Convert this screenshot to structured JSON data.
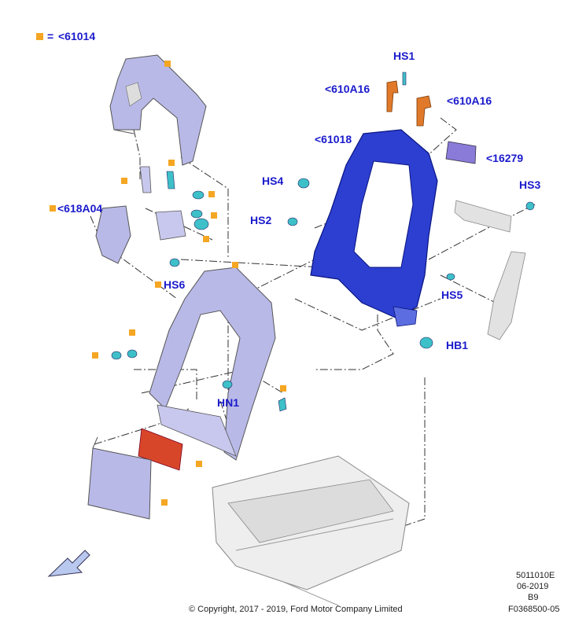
{
  "legend": {
    "equals": "=",
    "part": "<61014"
  },
  "callouts": {
    "hs1": "HS1",
    "a610_left": "<610A16",
    "a610_right": "<610A16",
    "p61018": "<61018",
    "p16279": "<16279",
    "hs4": "HS4",
    "hs3": "HS3",
    "hs2": "HS2",
    "p618a04": "<618A04",
    "hs6": "HS6",
    "hs5": "HS5",
    "hb1": "HB1",
    "hn1": "HN1"
  },
  "footer": {
    "code": "5011010E",
    "date": "06-2019",
    "rev": "B9",
    "copyright": "© Copyright, 2017 - 2019, Ford Motor Company Limited",
    "figure": "F0368500-05"
  },
  "colors": {
    "callout": "#1a1acc",
    "marker": "#f5a623",
    "frame": "#2c3fd1",
    "lavender": "#b9b9e8",
    "orange": "#e07a2a",
    "red": "#d8462a",
    "teal": "#3ec0c8",
    "gray": "#d9d9d9"
  }
}
